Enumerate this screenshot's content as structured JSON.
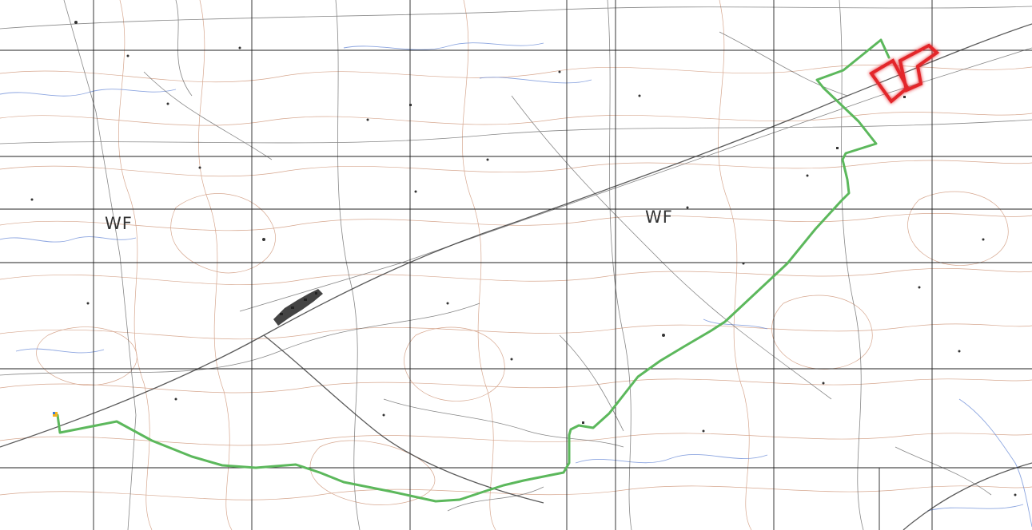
{
  "map": {
    "labels": [
      {
        "id": "wf-west",
        "text": "WF"
      },
      {
        "id": "wf-east",
        "text": "WF"
      }
    ],
    "colors": {
      "background": "#ffffff",
      "grid": "#222222",
      "contour": "#c98a6a",
      "water": "#6f8fd8",
      "road": "#555555",
      "route": "#5cb85c",
      "parcel": "#e3262b",
      "start_marker": "#f2b21f"
    }
  }
}
